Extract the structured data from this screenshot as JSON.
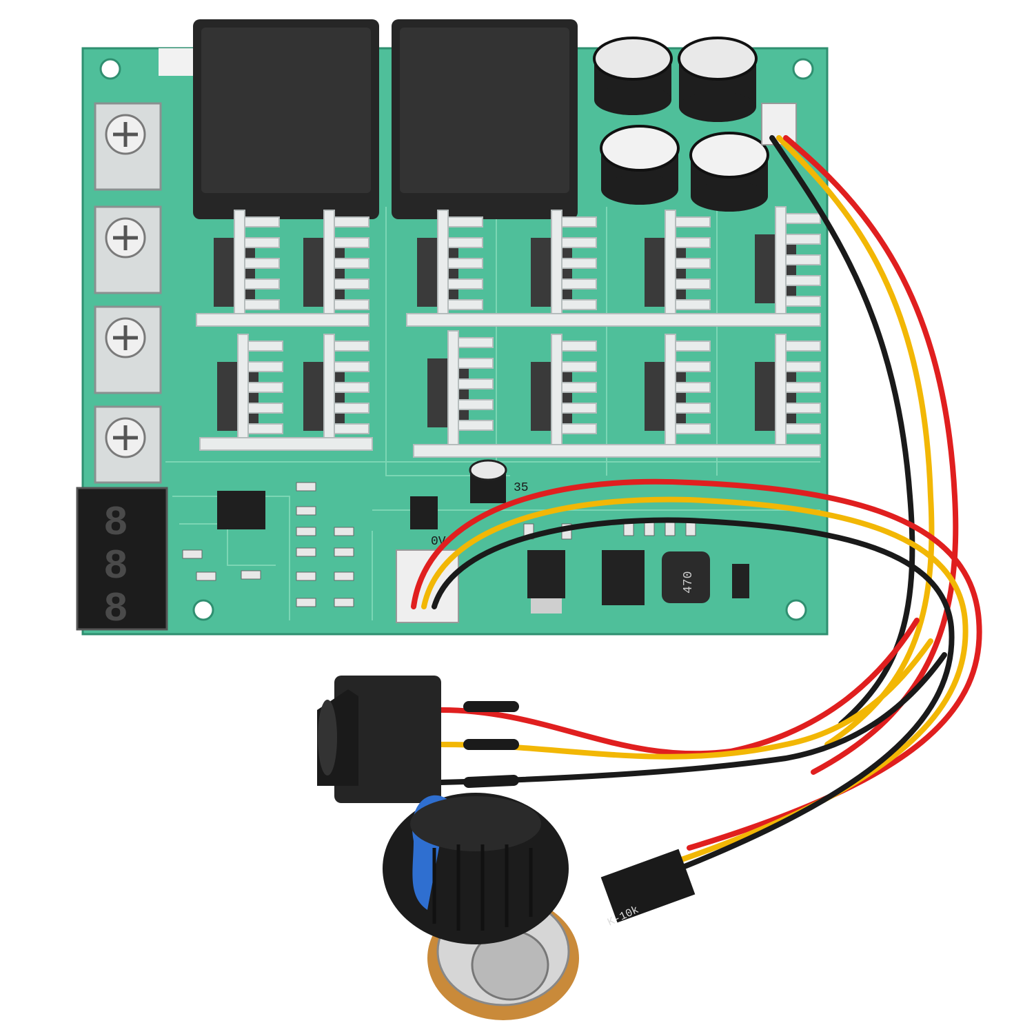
{
  "photo": {
    "subject": "PWM DC motor speed controller board with switch and potentiometer",
    "colors": {
      "board": "#4fbf9a",
      "board_dark": "#3a9e7e",
      "heatsink": "#e9ecec",
      "relay": "#262626",
      "wire_red": "#e01f1f",
      "wire_yellow": "#f2b705",
      "wire_black": "#1a1a1a",
      "display": "#1c1c1c",
      "knob_blue": "#2f6fd0"
    }
  },
  "board": {
    "cap_label": "35",
    "connector_label": "0V",
    "inductor_label": "470",
    "pot_label": "K-10k"
  },
  "display": {
    "digits": [
      "8",
      "8",
      "8"
    ]
  }
}
